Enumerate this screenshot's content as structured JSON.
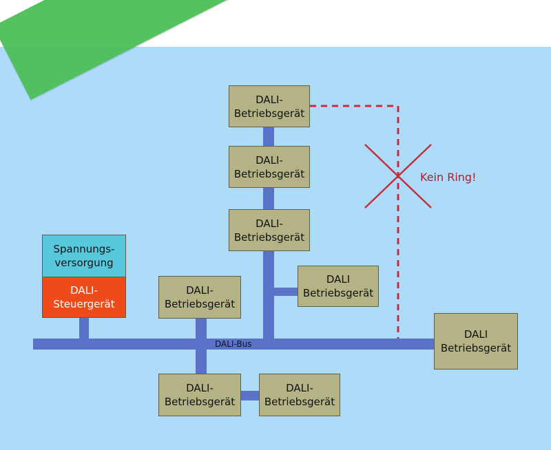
{
  "nodes": {
    "top1": {
      "line1": "DALI-",
      "line2": "Betriebsgerät"
    },
    "top2": {
      "line1": "DALI-",
      "line2": "Betriebsgerät"
    },
    "top3": {
      "line1": "DALI-",
      "line2": "Betriebsgerät"
    },
    "branch_right": {
      "line1": "DALI",
      "line2": "Betriebsgerät"
    },
    "left_mid": {
      "line1": "DALI-",
      "line2": "Betriebsgerät"
    },
    "far_right": {
      "line1": "DALI",
      "line2": "Betriebsgerät"
    },
    "bottom_left": {
      "line1": "DALI-",
      "line2": "Betriebsgerät"
    },
    "bottom_right": {
      "line1": "DALI-",
      "line2": "Betriebsgerät"
    }
  },
  "power_supply": {
    "line1": "Spannungs-",
    "line2": "versorgung"
  },
  "controller": {
    "line1": "DALI-",
    "line2": "Steuergerät"
  },
  "bus_label": "DALI-Bus",
  "no_ring_label": "Kein Ring!",
  "colors": {
    "background": "#aedcf8",
    "bus": "#5a72c8",
    "device": "#b4b386",
    "power_supply": "#58c8dc",
    "controller": "#ee4a1a",
    "warning": "#c0303c",
    "tape": "#4cbf58"
  }
}
